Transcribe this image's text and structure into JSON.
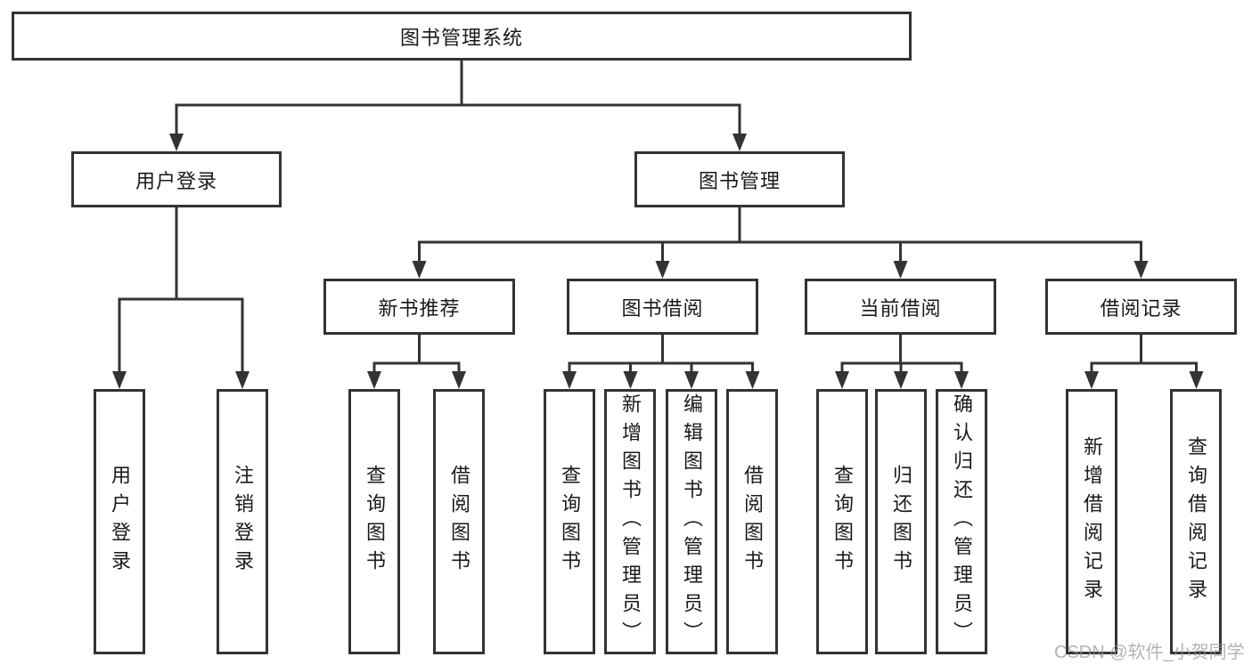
{
  "diagram_type": "tree",
  "colors": {
    "line": "#333333",
    "box_border": "#333333",
    "box_fill": "#ffffff",
    "text": "#1a1a1a",
    "watermark": "#969696",
    "background": "#ffffff"
  },
  "tree": {
    "label": "图书管理系统",
    "children": [
      {
        "label": "用户登录",
        "children": [
          {
            "label": "用户登录"
          },
          {
            "label": "注销登录"
          }
        ]
      },
      {
        "label": "图书管理",
        "children": [
          {
            "label": "新书推荐",
            "children": [
              {
                "label": "查询图书"
              },
              {
                "label": "借阅图书"
              }
            ]
          },
          {
            "label": "图书借阅",
            "children": [
              {
                "label": "查询图书"
              },
              {
                "label": "新增图书（管理员）"
              },
              {
                "label": "编辑图书（管理员）"
              },
              {
                "label": "借阅图书"
              }
            ]
          },
          {
            "label": "当前借阅",
            "children": [
              {
                "label": "查询图书"
              },
              {
                "label": "归还图书"
              },
              {
                "label": "确认归还（管理员）"
              }
            ]
          },
          {
            "label": "借阅记录",
            "children": [
              {
                "label": "新增借阅记录"
              },
              {
                "label": "查询借阅记录"
              }
            ]
          }
        ]
      }
    ]
  },
  "watermark": "CSDN @软件_小贺同学"
}
